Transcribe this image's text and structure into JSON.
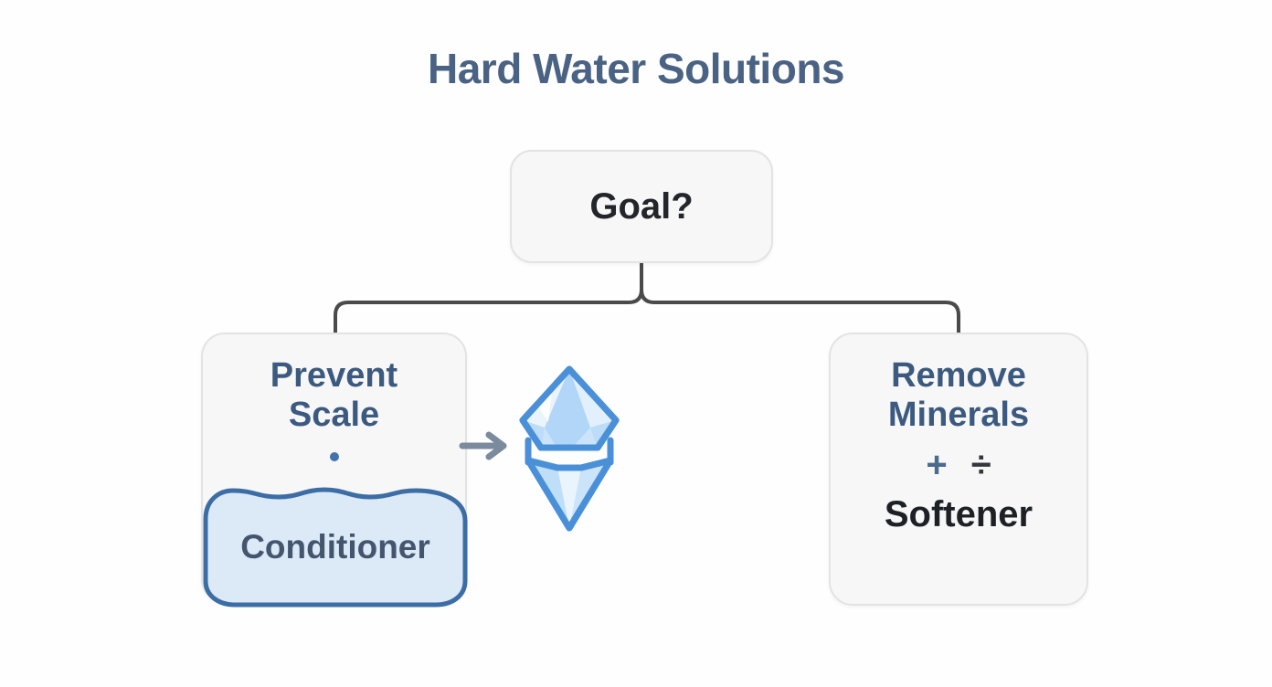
{
  "page": {
    "title": "Hard Water Solutions",
    "background": "#fefefe"
  },
  "colors": {
    "title_text": "#4a6283",
    "node_fill": "#f7f7f7",
    "node_border": "#e3e3e3",
    "branch_heading": "#3c5a80",
    "dark_text": "#1d2126",
    "highlight_border": "#3c6ea5",
    "highlight_fill": "#dce9f7",
    "highlight_text": "#44566e",
    "connector": "#4a4a4a",
    "arrow": "#7b8a9c",
    "crystal_stroke": "#4a90d9",
    "crystal_fill_light": "#eaf4fd",
    "crystal_fill_mid": "#a9d2f5",
    "plus_symbol": "#4a6b8f",
    "divide_symbol": "#33383e"
  },
  "diagram": {
    "type": "decision-tree",
    "root": {
      "id": "goal",
      "label": "Goal?"
    },
    "branches": [
      {
        "id": "prevent-scale",
        "heading": "Prevent Scale",
        "heading_lines": [
          "Prevent",
          "Scale"
        ],
        "bullet_icon": "bullet-dot-icon",
        "highlighted_option": "Conditioner"
      },
      {
        "id": "remove-minerals",
        "heading": "Remove Minerals",
        "heading_lines": [
          "Remove",
          "Minerals"
        ],
        "operators": [
          "+",
          "÷"
        ],
        "solution": "Softener"
      }
    ],
    "center_graphic": {
      "icon": "crystal-icon",
      "arrow_icon": "arrow-right-icon",
      "arrow_direction": "right"
    }
  }
}
